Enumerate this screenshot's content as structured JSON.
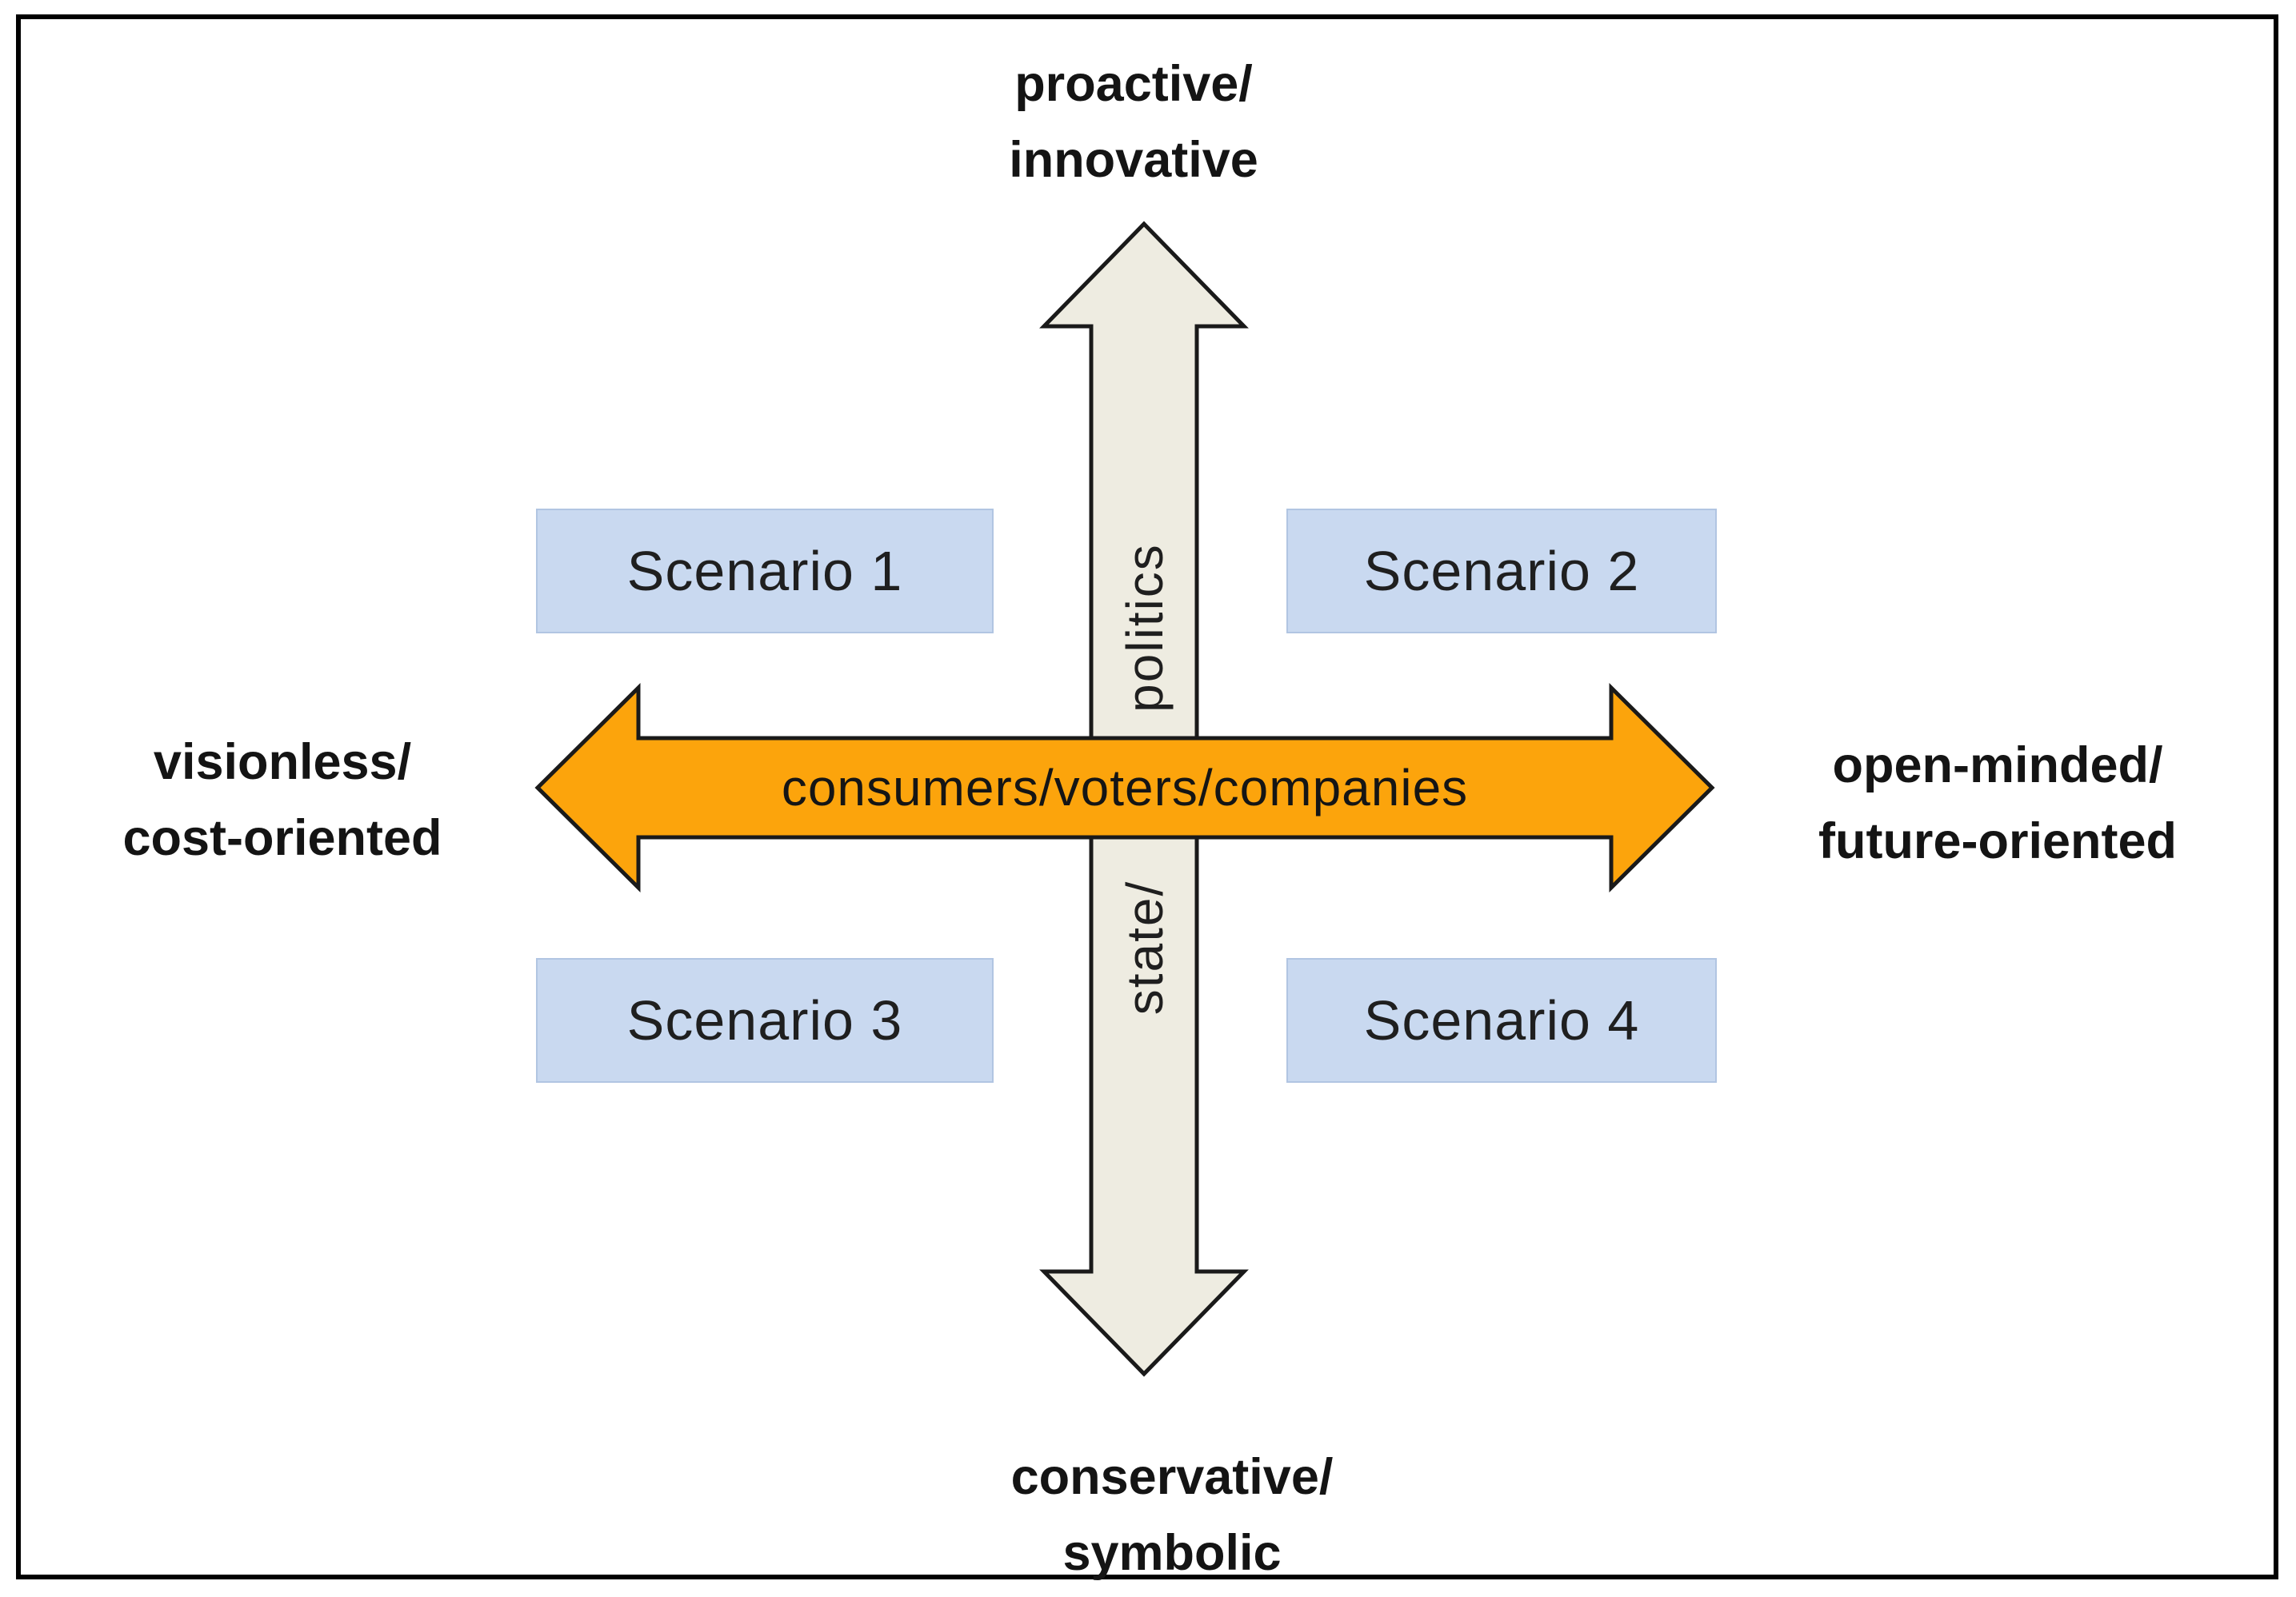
{
  "poles": {
    "top": {
      "line1": "proactive/",
      "line2": "innovative"
    },
    "bottom": {
      "line1": "conservative/",
      "line2": "symbolic"
    },
    "left": {
      "line1": "visionless/",
      "line2": "cost-oriented"
    },
    "right": {
      "line1": "open-minded/",
      "line2": "future-oriented"
    }
  },
  "axes": {
    "horizontal": {
      "label": "consumers/voters/companies"
    },
    "vertical": {
      "label_upper_segment": "politics",
      "label_lower_segment": "state/"
    }
  },
  "quadrants": {
    "top_left": "Scenario 1",
    "top_right": "Scenario 2",
    "bottom_left": "Scenario 3",
    "bottom_right": "Scenario 4"
  },
  "colors": {
    "horizontal_arrow_fill": "#FCA40C",
    "vertical_arrow_fill": "#EEECE1",
    "arrow_outline": "#1A1A1A",
    "quadrant_box_fill": "#C9D9F0",
    "frame_border": "#000000",
    "text": "#1B1B1B",
    "background": "#FFFFFF"
  }
}
